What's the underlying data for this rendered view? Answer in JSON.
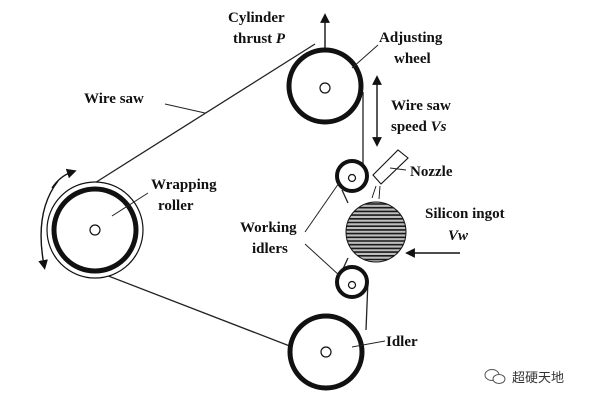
{
  "labels": {
    "cylinder_thrust": "Cylinder",
    "cylinder_thrust_line2": "thrust",
    "cylinder_thrust_symbol": "P",
    "adjusting_wheel": "Adjusting",
    "adjusting_wheel_line2": "wheel",
    "wire_saw": "Wire saw",
    "wire_saw_speed": "Wire saw",
    "wire_saw_speed_line2": "speed",
    "wire_saw_speed_symbol": "Vs",
    "nozzle": "Nozzle",
    "wrapping_roller": "Wrapping",
    "wrapping_roller_line2": "roller",
    "silicon_ingot": "Silicon ingot",
    "silicon_ingot_symbol": "Vw",
    "working_idlers": "Working",
    "working_idlers_line2": "idlers",
    "idler": "Idler"
  },
  "watermark": {
    "text": "超硬天地"
  },
  "colors": {
    "line": "#111111",
    "ingot_fill": "#bdbdbd",
    "ingot_lines": "#1a1a1a"
  }
}
